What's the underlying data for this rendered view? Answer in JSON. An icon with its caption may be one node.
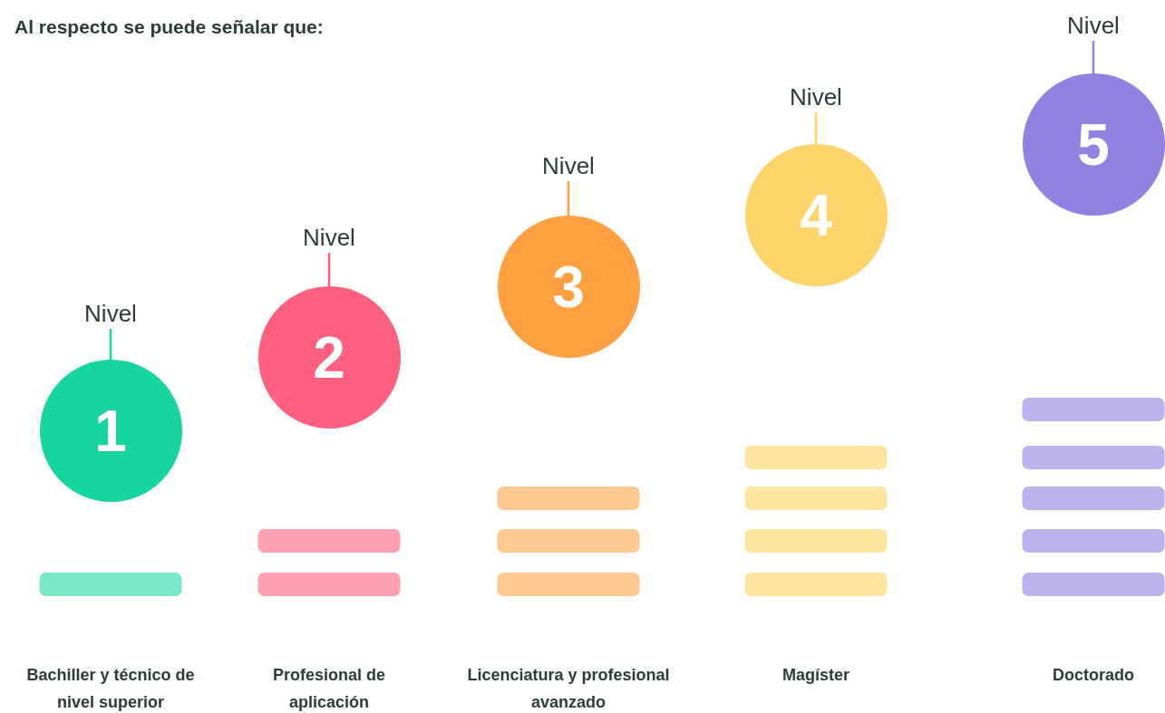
{
  "diagram": {
    "title": "Al respecto se puede señalar que:",
    "nodes": [
      {
        "text": [
          "Nivel"
        ]
      },
      {
        "text": [
          "1"
        ]
      },
      {
        "text": [
          "Nivel"
        ]
      },
      {
        "text": [
          "2"
        ]
      },
      {
        "text": [
          "Nivel"
        ]
      },
      {
        "text": [
          "3"
        ]
      },
      {
        "text": [
          "Nivel"
        ]
      },
      {
        "text": [
          "4"
        ]
      },
      {
        "text": [
          "Nivel"
        ]
      },
      {
        "text": [
          "5"
        ]
      }
    ],
    "edges": [
      {
        "from": 0,
        "to": 1,
        "arrow": "none",
        "color": "#16d5a0"
      },
      {
        "from": 2,
        "to": 3,
        "arrow": "none",
        "color": "#ff5f7e"
      },
      {
        "from": 4,
        "to": 5,
        "arrow": "none",
        "color": "#ffa040"
      },
      {
        "from": 6,
        "to": 7,
        "arrow": "none",
        "color": "#ffd46a"
      },
      {
        "from": 8,
        "to": 9,
        "arrow": "none",
        "color": "#9181e0"
      }
    ],
    "labels": [
      "Bachiller y técnico de nivel superior",
      "Profesional de aplicación",
      "Licenciatura y profesional avanzado",
      "Magíster",
      "Doctorado"
    ]
  }
}
